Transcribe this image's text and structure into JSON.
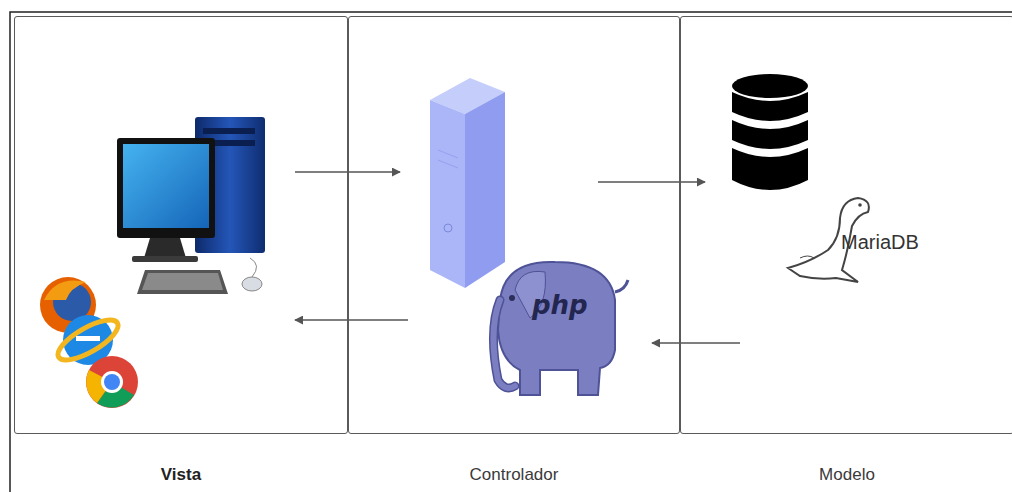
{
  "diagram": {
    "nodes": [
      {
        "text": [
          "Vista"
        ]
      },
      {
        "text": [
          "Controlador"
        ]
      },
      {
        "text": [
          "Modelo"
        ]
      }
    ],
    "edges": [
      {
        "from": 0,
        "to": 1,
        "arrow": "to"
      },
      {
        "from": 1,
        "to": 2,
        "arrow": "to"
      },
      {
        "from": 2,
        "to": 1,
        "arrow": "to"
      },
      {
        "from": 1,
        "to": 0,
        "arrow": "to"
      }
    ],
    "labels": [
      "php",
      "MariaDB"
    ]
  }
}
